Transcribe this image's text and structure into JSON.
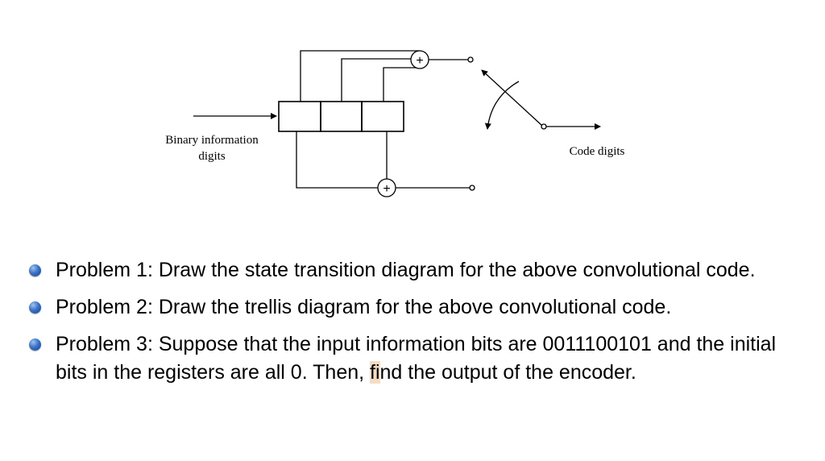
{
  "diagram": {
    "adder_symbol": "+",
    "input_label_line1": "Binary information",
    "input_label_line2": "digits",
    "output_label": "Code digits"
  },
  "problems": [
    {
      "text": "Problem 1: Draw the state transition diagram for the above convolutional code."
    },
    {
      "text": "Problem 2: Draw the trellis diagram for the above convolutional code."
    },
    {
      "text_before": "Problem 3: Suppose that the input information bits are 0011100101 and the initial bits in the registers are all 0. Then, ",
      "text_highlight": "fi",
      "text_after": "nd the output of the encoder."
    }
  ],
  "colors": {
    "bullet": "#3a73c8",
    "highlight": "#f6dcc0"
  }
}
